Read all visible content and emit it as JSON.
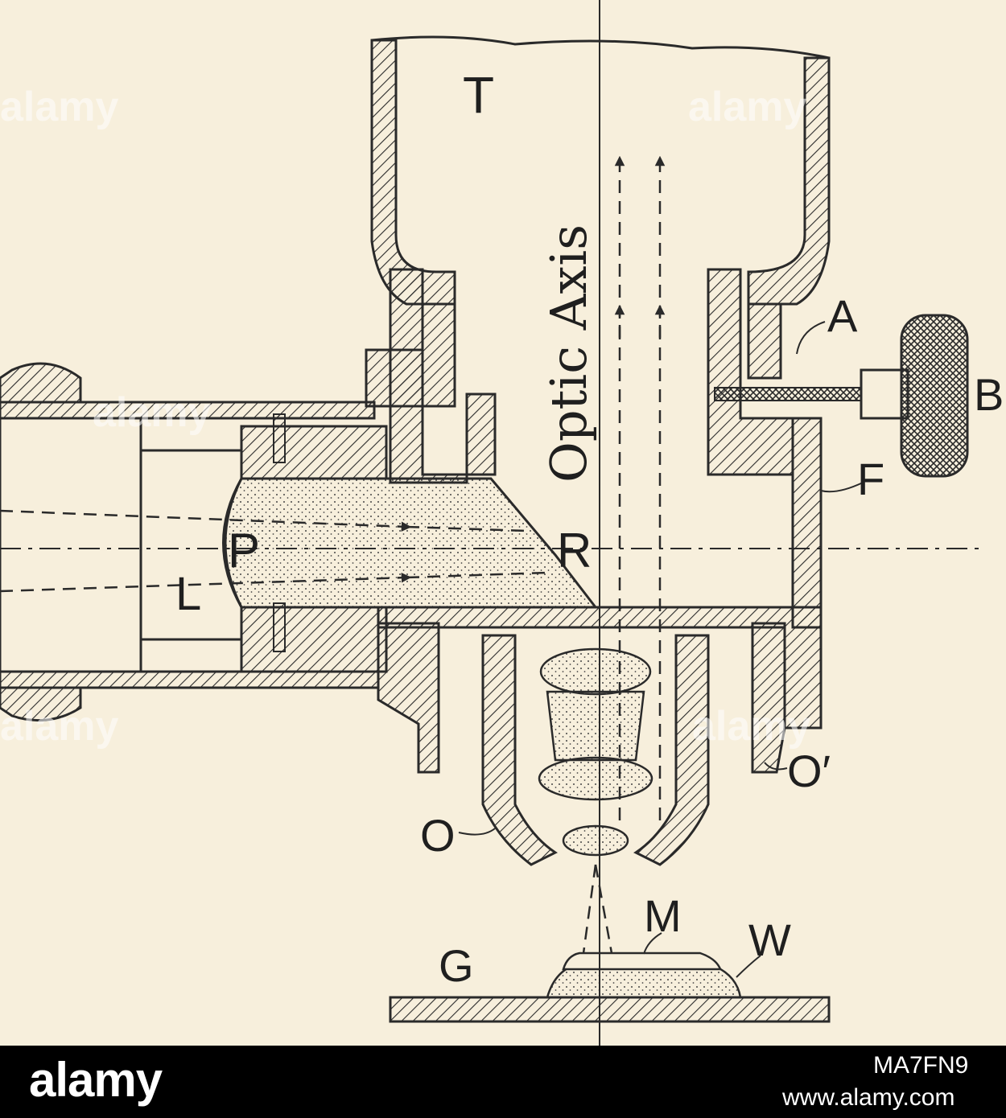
{
  "diagram": {
    "background": "#f7efdc",
    "line_color": "#2a2a2a",
    "optic_axis_label": "Optic Axis",
    "labels": {
      "T": "T",
      "A": "A",
      "B": "B",
      "F": "F",
      "P": "P",
      "R": "R",
      "L": "L",
      "O_prime": "O′",
      "O": "O",
      "M": "M",
      "G": "G",
      "W": "W"
    }
  },
  "watermark": {
    "text": "alamy"
  },
  "footer": {
    "logo": "alamy",
    "image_id": "MA7FN9",
    "url": "www.alamy.com",
    "background": "#000000"
  }
}
